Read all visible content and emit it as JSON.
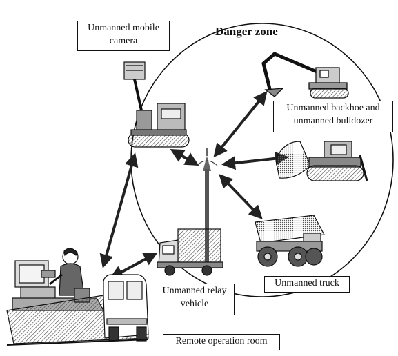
{
  "title": "Danger zone",
  "labels": {
    "mobile_camera": "Unmanned mobile camera",
    "backhoe_bulldozer": "Unmanned backhoe and unmanned bulldozer",
    "truck": "Unmanned truck",
    "relay_vehicle": "Unmanned relay vehicle",
    "remote_room": "Remote operation room"
  },
  "icons": [
    "camera-crane-icon",
    "backhoe-icon",
    "bulldozer-icon",
    "dump-truck-icon",
    "relay-truck-icon",
    "antenna-icon",
    "operator-at-computer-icon",
    "control-room-truck-icon"
  ],
  "colors": {
    "ink": "#111111",
    "background": "#ffffff"
  }
}
